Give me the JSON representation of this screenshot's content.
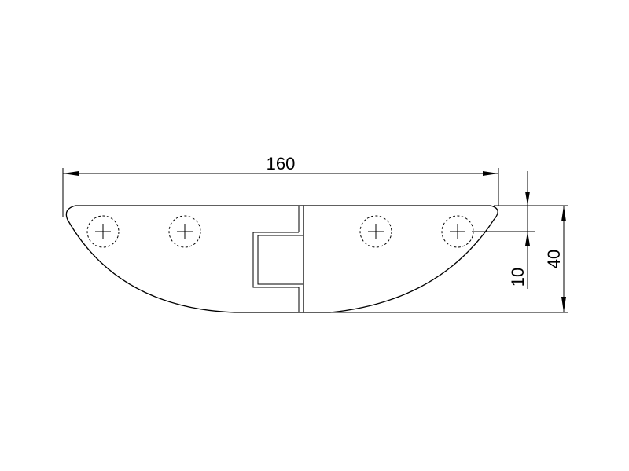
{
  "drawing": {
    "dimensions": {
      "overall_length": "160",
      "hole_offset": "10",
      "overall_height": "40"
    }
  },
  "colors": {
    "line": "#000000",
    "background": "#ffffff"
  }
}
